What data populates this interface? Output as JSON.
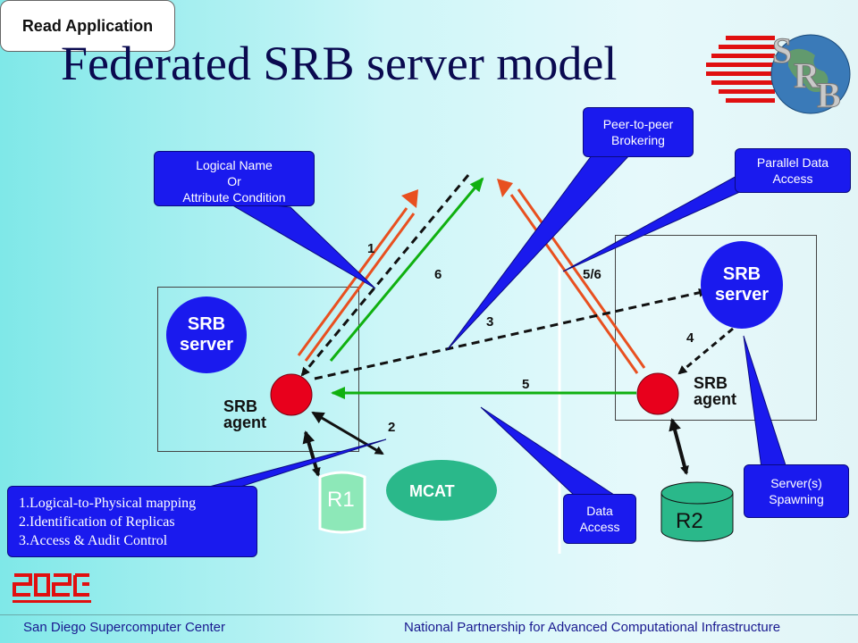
{
  "title": "Federated SRB server model",
  "read_app": "Read Application",
  "callouts": {
    "logical": [
      "Logical Name",
      "Or",
      "Attribute Condition"
    ],
    "peer": [
      "Peer-to-peer",
      "Brokering"
    ],
    "parallel": [
      "Parallel Data",
      "Access"
    ],
    "mapping": [
      "1.Logical-to-Physical mapping",
      "2.Identification of Replicas",
      "3.Access & Audit Control"
    ],
    "data_access": [
      "Data",
      "Access"
    ],
    "spawning": [
      "Server(s)",
      "Spawning"
    ]
  },
  "left_server": [
    "SRB",
    "server"
  ],
  "right_server": [
    "SRB",
    "server"
  ],
  "left_agent": [
    "SRB",
    "agent"
  ],
  "right_agent": [
    "SRB",
    "agent"
  ],
  "mcat": "MCAT",
  "r1": "R1",
  "r2": "R2",
  "step_labels": {
    "s1": "1",
    "s2": "2",
    "s3": "3",
    "s4": "4",
    "s5": "5",
    "s6": "6",
    "s56": "5/6"
  },
  "logo_letters": [
    "S",
    "R",
    "B"
  ],
  "footer": {
    "left": "San Diego Supercomputer Center",
    "right": "National Partnership for Advanced Computational Infrastructure"
  },
  "colors": {
    "callout_blue": "#1a1aee",
    "agent_red": "#e8001c",
    "arrow_green": "#10b010",
    "arrow_orange": "#e85020",
    "cylinder_green": "#2ab88a"
  }
}
